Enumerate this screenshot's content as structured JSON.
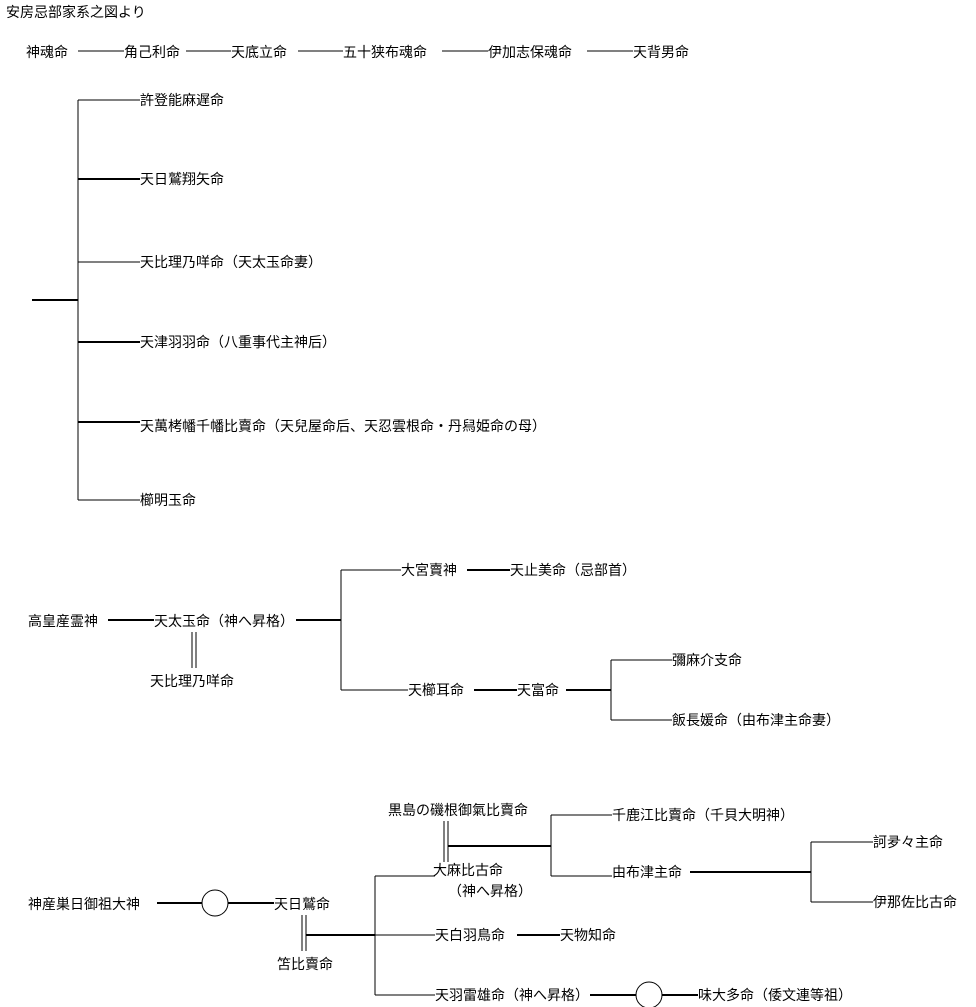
{
  "title": "安房忌部家系之図より",
  "colors": {
    "line": "#000000",
    "background": "#ffffff"
  },
  "section1": {
    "chain": [
      "神魂命",
      "角己利命",
      "天底立命",
      "五十狭布魂命",
      "伊加志保魂命",
      "天背男命"
    ],
    "children": [
      "許登能麻遅命",
      "天日鷲翔矢命",
      "天比理乃咩命（天太玉命妻）",
      "天津羽羽命（八重事代主神后）",
      "天萬栲幡千幡比賣命（天兒屋命后、天忍雲根命・丹舄姫命の母）",
      "櫛明玉命"
    ]
  },
  "section2": {
    "root": "高皇産霊神",
    "main": "天太玉命（神へ昇格）",
    "spouse": "天比理乃咩命",
    "child1": "大宮賣神",
    "child1_child": "天止美命（忌部首）",
    "child2": "天櫛耳命",
    "child2_child": "天富命",
    "grandchild1": "彌麻介支命",
    "grandchild2": "飯長媛命（由布津主命妻）"
  },
  "section3": {
    "root": "神産巣日御祖大神",
    "main": "天日鷲命",
    "spouse": "笘比賣命",
    "wife_of_child1": "黒島の磯根御氣比賣命",
    "child1": "大麻比古命",
    "child1_note": "（神へ昇格）",
    "child2": "天白羽鳥命",
    "child2_child": "天物知命",
    "child3": "天羽雷雄命（神へ昇格）",
    "child3_descendant": "味大多命（倭文連等祖）",
    "grandchild1": "千鹿江比賣命（千貝大明神）",
    "grandchild2": "由布津主命",
    "great1": "訶夛々主命",
    "great2": "伊那佐比古命"
  }
}
